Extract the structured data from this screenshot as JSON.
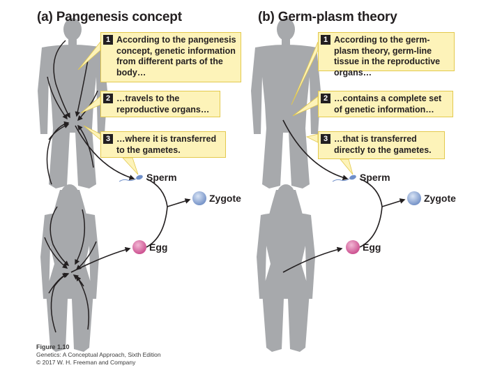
{
  "panels": {
    "a": {
      "title": "(a) Pangenesis concept",
      "steps": [
        {
          "num": "1",
          "text": "According to the pangenesis concept, genetic information from different parts of the body…"
        },
        {
          "num": "2",
          "text": "…travels to the reproductive organs…"
        },
        {
          "num": "3",
          "text": "…where it is transferred to the gametes."
        }
      ],
      "sperm_label": "Sperm",
      "egg_label": "Egg",
      "zygote_label": "Zygote"
    },
    "b": {
      "title": "(b) Germ-plasm theory",
      "steps": [
        {
          "num": "1",
          "text": "According to the germ-plasm theory, germ-line tissue in the reproductive organs…"
        },
        {
          "num": "2",
          "text": "…contains a complete set of genetic information…"
        },
        {
          "num": "3",
          "text": "…that is transferred directly to the gametes."
        }
      ],
      "sperm_label": "Sperm",
      "egg_label": "Egg",
      "zygote_label": "Zygote"
    }
  },
  "caption": {
    "figure": "Figure 1.10",
    "book": "Genetics: A Conceptual Approach, Sixth Edition",
    "copyright": "© 2017 W. H. Freeman and Company"
  },
  "colors": {
    "silhouette": "#a7a9ac",
    "callout_fill": "#fdf3b9",
    "callout_border": "#e3c94d",
    "zygote": "#8fa8d6",
    "egg": "#d66aa0",
    "sperm": "#6f8fc9",
    "arrow": "#231f20"
  }
}
